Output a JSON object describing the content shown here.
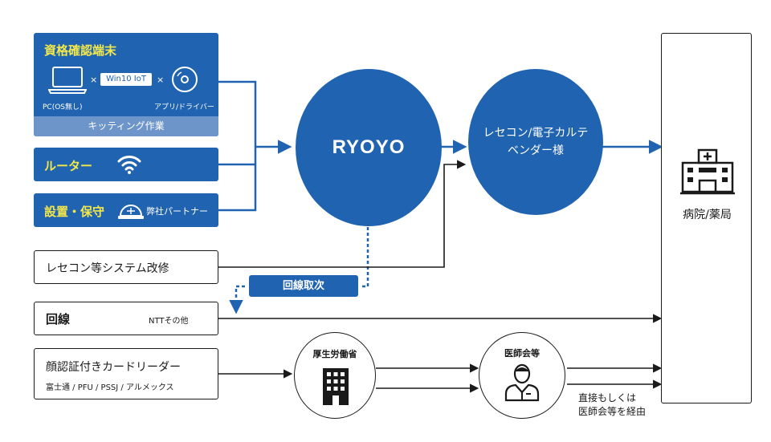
{
  "qualification_box": {
    "title": "資格確認端末",
    "pc_label": "PC(OS無し)",
    "os_label": "Win10 IoT",
    "times_symbol": "×",
    "app_label": "アプリ/ドライバー",
    "kitting_label": "キッティング作業"
  },
  "router_box": {
    "title": "ルーター"
  },
  "install_box": {
    "title": "設置・保守",
    "partner_label": "弊社パートナー"
  },
  "receipt_box": {
    "title": "レセコン等システム改修"
  },
  "line_box": {
    "title": "回線",
    "sub": "NTTその他"
  },
  "face_box": {
    "title": "顔認証付きカードリーダー",
    "sub": "富士通 / PFU / PSSJ / アルメックス"
  },
  "ryoyo": {
    "label": "RYOYO"
  },
  "vendor": {
    "label_line1": "レセコン/電子カルテ",
    "label_line2": "ベンダー様"
  },
  "line_acquire": {
    "label": "回線取次"
  },
  "hospital": {
    "label": "病院/薬局"
  },
  "mhlw": {
    "label": "厚生労働省"
  },
  "medical_assoc": {
    "label": "医師会等"
  },
  "route_note": {
    "line1": "直接もしくは",
    "line2": "医師会等を経由"
  },
  "colors": {
    "primary_blue": "#2063b0",
    "yellow_text": "#f3e84a",
    "kitting_band": "#6d95c9"
  }
}
